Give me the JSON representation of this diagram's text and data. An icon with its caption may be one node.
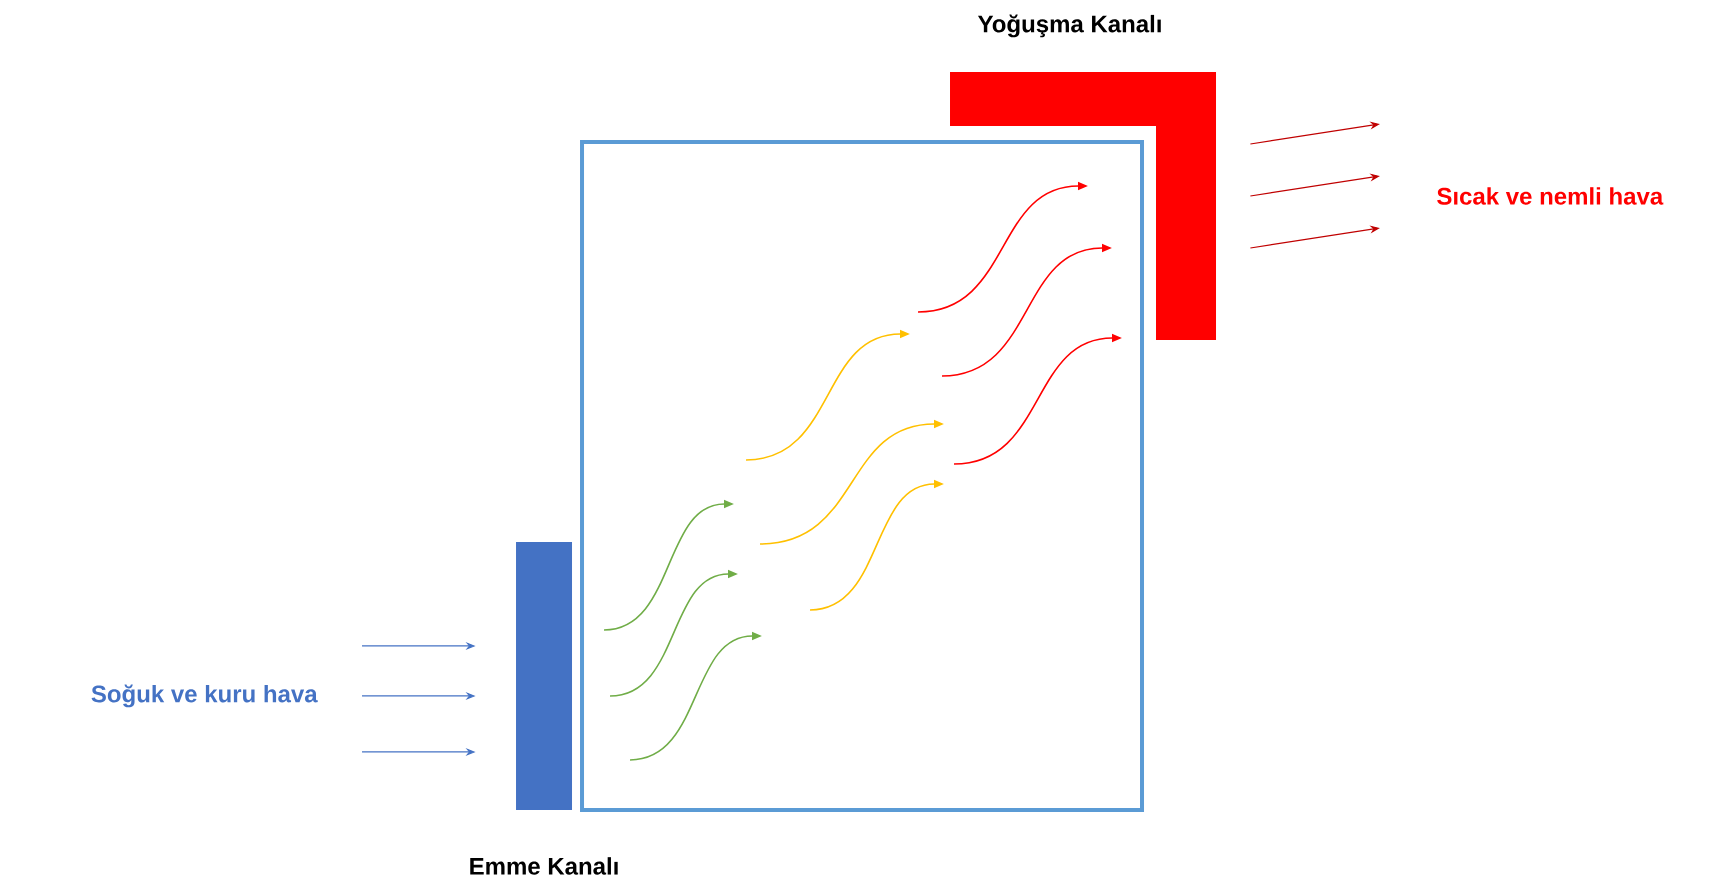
{
  "diagram": {
    "nodes": [
      {
        "text": [
          "Yoğuşma Kanalı"
        ]
      },
      {
        "text": [
          "Sıcak ve nemli hava"
        ]
      },
      {
        "text": [],
        "shape": "box"
      },
      {
        "text": [
          "Emme Kanalı"
        ]
      },
      {
        "text": [
          "Soğuk ve kuru hava"
        ]
      }
    ],
    "edges": [
      {
        "from": 4,
        "to": 3,
        "arrow": "to",
        "color": "#4472c4"
      },
      {
        "from": 4,
        "to": 3,
        "arrow": "to",
        "color": "#4472c4"
      },
      {
        "from": 4,
        "to": 3,
        "arrow": "to",
        "color": "#4472c4"
      },
      {
        "from": 0,
        "to": 1,
        "arrow": "to",
        "color": "#c00000"
      },
      {
        "from": 0,
        "to": 1,
        "arrow": "to",
        "color": "#c00000"
      },
      {
        "from": 0,
        "to": 1,
        "arrow": "to",
        "color": "#c00000"
      }
    ]
  }
}
